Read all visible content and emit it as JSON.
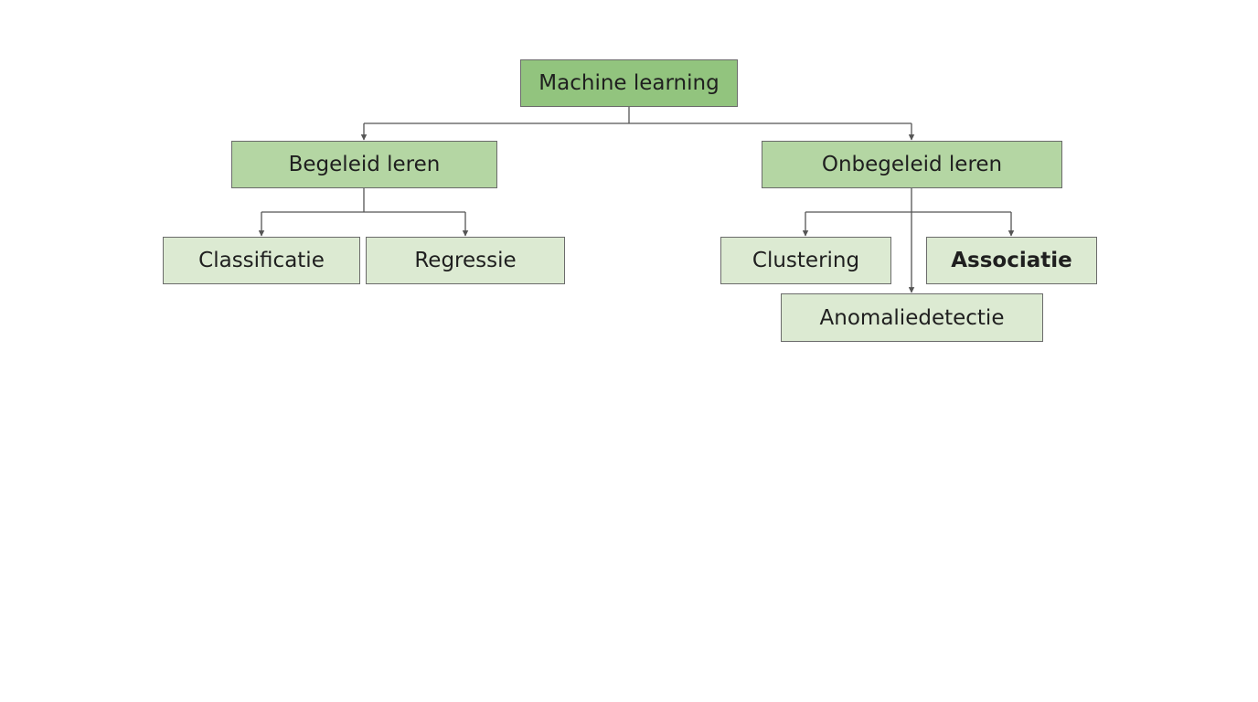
{
  "diagram": {
    "root": {
      "label": "Machine learning"
    },
    "branches": [
      {
        "label": "Begeleid leren",
        "children": [
          {
            "label": "Classificatie"
          },
          {
            "label": "Regressie"
          }
        ]
      },
      {
        "label": "Onbegeleid leren",
        "children": [
          {
            "label": "Clustering"
          },
          {
            "label": "Associatie"
          },
          {
            "label": "Anomaliedetectie"
          }
        ]
      }
    ],
    "colors": {
      "root_fill": "#92c47e",
      "branch_fill": "#b4d6a3",
      "leaf_fill": "#dcead2",
      "border": "#6b6b6b",
      "connector": "#555555"
    }
  }
}
